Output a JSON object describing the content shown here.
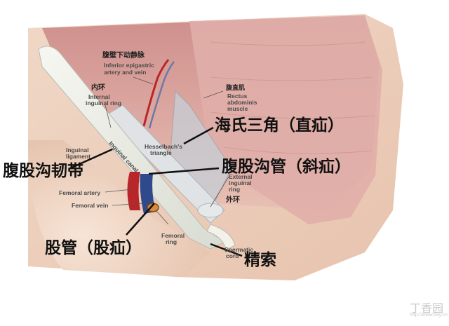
{
  "labels": {
    "inf_epi_zh": "腹壁下动静脉",
    "inf_epi_en_1": "Inferior epigastric",
    "inf_epi_en_2": "artery and vein",
    "deep_ring_zh": "内环",
    "deep_ring_en_1": "Internal",
    "deep_ring_en_2": "inguinal ring",
    "rectus_zh": "腹直肌",
    "rectus_en_1": "Rectus",
    "rectus_en_2": "abdominis",
    "rectus_en_3": "muscle",
    "hesselbach_zh": "海氏三角（直疝）",
    "hesselbach_en_1": "Hesselbach's",
    "hesselbach_en_2": "triangle",
    "inguinal_canal_en": "Inguinal canal",
    "inguinal_lig_en_1": "Inguinal",
    "inguinal_lig_en_2": "ligament",
    "inguinal_lig_zh": "腹股沟韧带",
    "canal_zh": "腹股沟管（斜疝）",
    "ext_ring_en_1": "External",
    "ext_ring_en_2": "inguinal",
    "ext_ring_en_3": "ring",
    "ext_ring_zh": "外环",
    "fem_artery_en": "Femoral artery",
    "fem_vein_en": "Femoral vein",
    "fem_ring_en_1": "Femoral",
    "fem_ring_en_2": "ring",
    "fem_canal_zh": "股管（股疝）",
    "spermatic_en_1": "Spermatic",
    "spermatic_en_2": "cord",
    "spermatic_zh": "精索"
  },
  "watermark": {
    "brand": "丁香园",
    "sub": "http://www.dxy.cn"
  },
  "colors": {
    "skin": "#e8cbb6",
    "muscle": "#dba7a1",
    "ligament": "#eef0e8",
    "artery": "#b8262a",
    "vein": "#2e4a8c",
    "pointer": "#111111"
  }
}
